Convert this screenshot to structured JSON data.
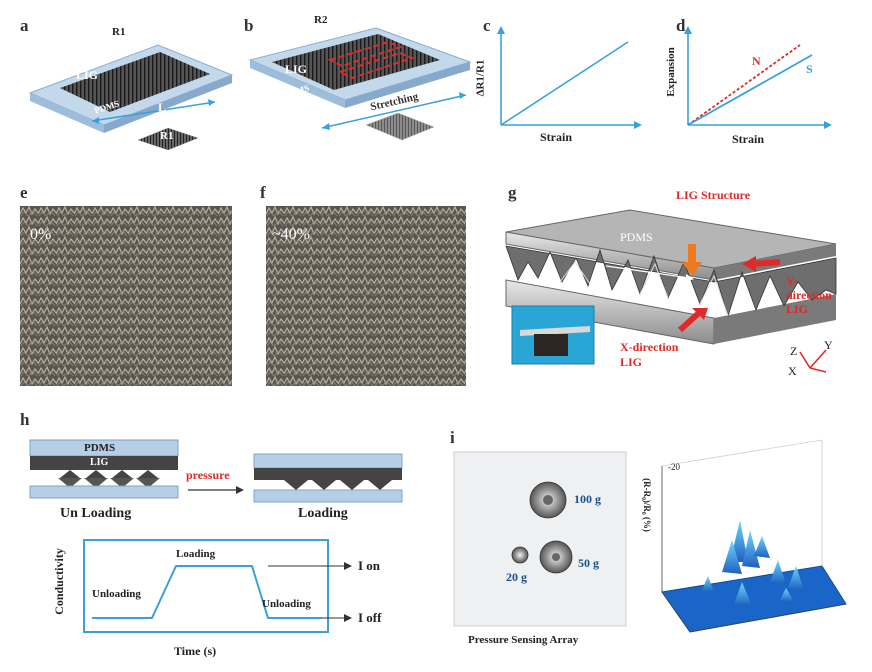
{
  "panels": {
    "a": "a",
    "b": "b",
    "c": "c",
    "d": "d",
    "e": "e",
    "f": "f",
    "g": "g",
    "h": "h",
    "i": "i"
  },
  "a": {
    "r1_top": "R1",
    "lig": "LIG",
    "pdms": "PDMS",
    "l": "L",
    "r1_bottom": "R1"
  },
  "b": {
    "r2": "R2",
    "lig": "LIG",
    "pdms": "PDMS",
    "stretching": "Stretching"
  },
  "c": {
    "ylabel": "ΔR1/R1",
    "xlabel": "Strain"
  },
  "d": {
    "ylabel": "Expansion",
    "xlabel": "Strain",
    "n": "N",
    "s": "S"
  },
  "e": {
    "pct": "0%"
  },
  "f": {
    "pct": "~40%"
  },
  "g": {
    "lig_structure": "LIG Structure",
    "pdms": "PDMS",
    "y_dir": "Y-direction LIG",
    "x_dir_line1": "X-direction",
    "x_dir_line2": "LIG",
    "axis_y": "Y",
    "axis_z": "Z",
    "axis_x": "X"
  },
  "h": {
    "pdms": "PDMS",
    "lig": "LIG",
    "pressure": "pressure",
    "unloading_top": "Un Loading",
    "loading_top": "Loading",
    "ylabel": "Conductivity",
    "xlabel": "Time (s)",
    "loading": "Loading",
    "unloading_left": "Unloading",
    "unloading_right": "Unloading",
    "i_on": "I on",
    "i_off": "I off"
  },
  "i": {
    "w100": "100 g",
    "w50": "50 g",
    "w20": "20 g",
    "caption": "Pressure Sensing Array",
    "zlabel": "(R-R₀)/R₀ (%)",
    "ztick": "-20"
  },
  "colors": {
    "blue": "#3aa0dc",
    "red": "#e02a2a",
    "orange": "#ee7a1e",
    "pdms_blue": "#b7cfe6",
    "lig_dark": "#444",
    "sem_bg": "#5b564e"
  }
}
